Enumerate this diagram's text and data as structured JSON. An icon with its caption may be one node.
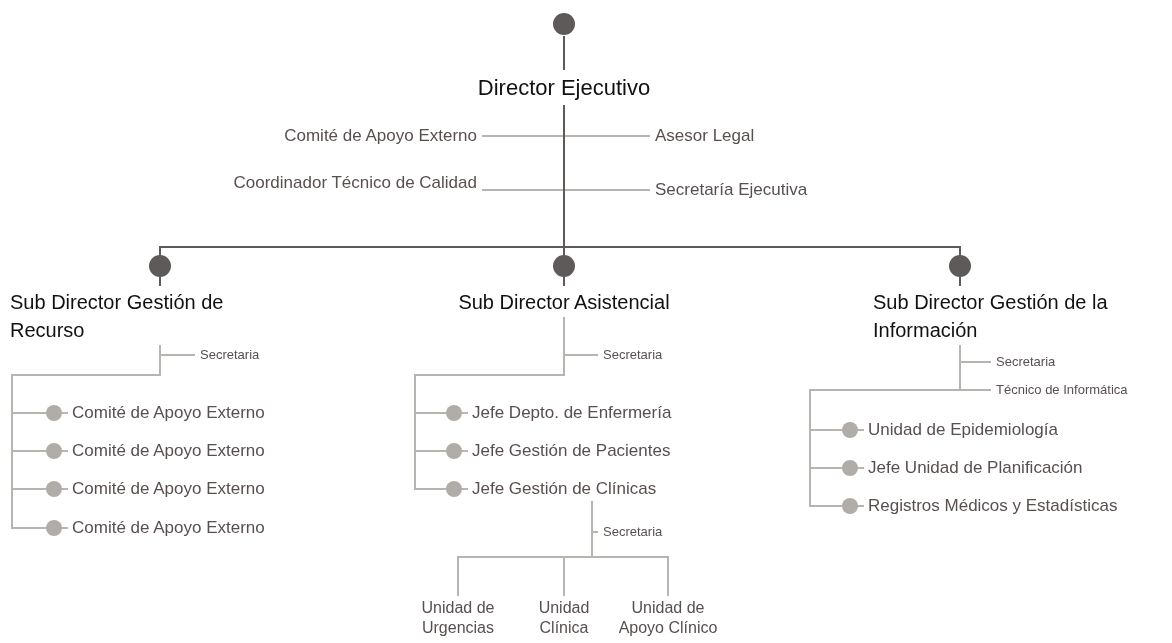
{
  "diagram": {
    "nodes": [
      {
        "text": [],
        "shape": "circle"
      },
      {
        "text": [
          "Director Ejecutivo"
        ]
      },
      {
        "text": [
          "Comité de Apoyo Externo"
        ]
      },
      {
        "text": [
          "Asesor Legal"
        ]
      },
      {
        "text": [
          "Coordinador Técnico de Calidad"
        ]
      },
      {
        "text": [
          "Secretaría Ejecutiva"
        ]
      },
      {
        "text": [
          "Sub Director Gestión de Recurso"
        ]
      },
      {
        "text": [
          "Sub Director Asistencial"
        ]
      },
      {
        "text": [
          "Sub Director Gestión de la Información"
        ]
      },
      {
        "text": [
          "Secretaria"
        ]
      },
      {
        "text": [
          "Comité de Apoyo Externo"
        ]
      },
      {
        "text": [
          "Comité de Apoyo Externo"
        ]
      },
      {
        "text": [
          "Comité de Apoyo Externo"
        ]
      },
      {
        "text": [
          "Comité de Apoyo Externo"
        ]
      },
      {
        "text": [
          "Secretaria"
        ]
      },
      {
        "text": [
          "Jefe Depto. de Enfermería"
        ]
      },
      {
        "text": [
          "Jefe Gestión de Pacientes"
        ]
      },
      {
        "text": [
          "Jefe Gestión de Clínicas"
        ]
      },
      {
        "text": [
          "Secretaria"
        ]
      },
      {
        "text": [
          "Unidad de Urgencias"
        ]
      },
      {
        "text": [
          "Unidad Clínica"
        ]
      },
      {
        "text": [
          "Unidad de Apoyo Clínico"
        ]
      },
      {
        "text": [
          "Secretaria"
        ]
      },
      {
        "text": [
          "Técnico de Informática"
        ]
      },
      {
        "text": [
          "Unidad de Epidemiología"
        ]
      },
      {
        "text": [
          "Jefe Unidad de Planificación"
        ]
      },
      {
        "text": [
          "Registros Médicos y Estadísticas"
        ]
      }
    ],
    "edges": [
      {
        "from": 0,
        "to": 1,
        "arrow": "none",
        "color": "#5f5a5a"
      },
      {
        "from": 1,
        "to": 2,
        "arrow": "none"
      },
      {
        "from": 1,
        "to": 3,
        "arrow": "none"
      },
      {
        "from": 1,
        "to": 4,
        "arrow": "none"
      },
      {
        "from": 1,
        "to": 5,
        "arrow": "none"
      },
      {
        "from": 1,
        "to": 6,
        "arrow": "other",
        "color": "#5f5a5a"
      },
      {
        "from": 1,
        "to": 7,
        "arrow": "other",
        "color": "#5f5a5a"
      },
      {
        "from": 1,
        "to": 8,
        "arrow": "other",
        "color": "#5f5a5a"
      },
      {
        "from": 6,
        "to": 9,
        "arrow": "none"
      },
      {
        "from": 6,
        "to": 10,
        "arrow": "other"
      },
      {
        "from": 6,
        "to": 11,
        "arrow": "other"
      },
      {
        "from": 6,
        "to": 12,
        "arrow": "other"
      },
      {
        "from": 6,
        "to": 13,
        "arrow": "other"
      },
      {
        "from": 7,
        "to": 14,
        "arrow": "none"
      },
      {
        "from": 7,
        "to": 15,
        "arrow": "other"
      },
      {
        "from": 7,
        "to": 16,
        "arrow": "other"
      },
      {
        "from": 7,
        "to": 17,
        "arrow": "other"
      },
      {
        "from": 17,
        "to": 18,
        "arrow": "none"
      },
      {
        "from": 17,
        "to": 19,
        "arrow": "none"
      },
      {
        "from": 17,
        "to": 20,
        "arrow": "none"
      },
      {
        "from": 17,
        "to": 21,
        "arrow": "none"
      },
      {
        "from": 8,
        "to": 22,
        "arrow": "none"
      },
      {
        "from": 8,
        "to": 23,
        "arrow": "none"
      },
      {
        "from": 8,
        "to": 24,
        "arrow": "other"
      },
      {
        "from": 8,
        "to": 25,
        "arrow": "other"
      },
      {
        "from": 8,
        "to": 26,
        "arrow": "other"
      }
    ]
  }
}
